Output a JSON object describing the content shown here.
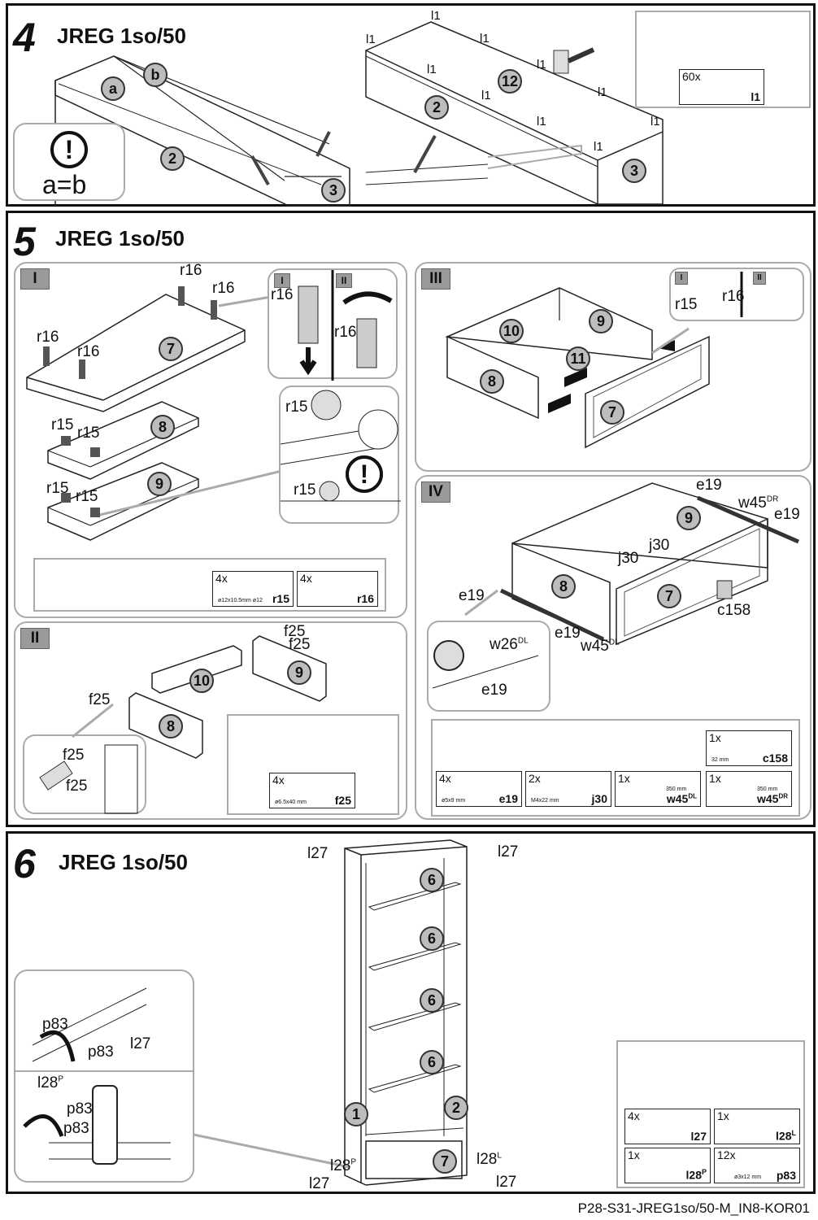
{
  "step4": {
    "num": "4",
    "title": "JREG 1so/50",
    "warning_text": "a=b",
    "parts": [
      "a",
      "b",
      "2",
      "3",
      "12",
      "2",
      "3"
    ],
    "hardware": {
      "count": "60x",
      "code": "l1"
    },
    "l1_label": "l1"
  },
  "step5": {
    "num": "5",
    "title": "JREG 1so/50",
    "sub1": {
      "roman": "I",
      "labels": [
        "r16",
        "r16",
        "r16",
        "r16",
        "r15",
        "r15",
        "r15",
        "r15",
        "r16",
        "r16",
        "r15",
        "r15"
      ],
      "inner_roman": [
        "I",
        "II"
      ],
      "parts": [
        "7",
        "8",
        "9"
      ],
      "hardware": [
        {
          "count": "4x",
          "dim": "ø12x10.5mm  ø12",
          "code": "r15"
        },
        {
          "count": "4x",
          "code": "r16"
        }
      ]
    },
    "sub2": {
      "roman": "II",
      "labels": [
        "f25",
        "f25",
        "f25",
        "f25",
        "f25"
      ],
      "parts": [
        "10",
        "9",
        "8"
      ],
      "hardware": {
        "count": "4x",
        "dim": "ø6.5x40 mm",
        "code": "f25"
      }
    },
    "sub3": {
      "roman": "III",
      "labels": [
        "r16",
        "r15"
      ],
      "inner_roman": [
        "I",
        "II"
      ],
      "parts": [
        "10",
        "9",
        "11",
        "8",
        "7"
      ]
    },
    "sub4": {
      "roman": "IV",
      "labels": [
        "e19",
        "e19",
        "e19",
        "e19",
        "e19",
        "j30",
        "j30",
        "c158"
      ],
      "parts": [
        "9",
        "8",
        "7"
      ],
      "hardware": [
        {
          "count": "1x",
          "dim": "32 mm",
          "code": "c158"
        },
        {
          "count": "4x",
          "dim": "ø5x9 mm",
          "code": "e19"
        },
        {
          "count": "2x",
          "dim": "M4x22 mm",
          "code": "j30"
        },
        {
          "count": "1x",
          "dim": "350 mm",
          "code": "w45",
          "sup": "DL"
        },
        {
          "count": "1x",
          "dim": "350 mm",
          "code": "w45",
          "sup": "DR"
        }
      ]
    }
  },
  "step6": {
    "num": "6",
    "title": "JREG 1so/50",
    "parts": [
      "6",
      "6",
      "6",
      "6",
      "1",
      "2",
      "7"
    ],
    "hardware": [
      {
        "count": "4x",
        "code": "l27"
      },
      {
        "count": "1x",
        "code": "l28",
        "sup": "L"
      },
      {
        "count": "1x",
        "code": "l28",
        "sup": "P"
      },
      {
        "count": "12x",
        "dim": "ø3x12 mm",
        "code": "p83"
      }
    ]
  },
  "footer": "P28-S31-JREG1so/50-M_IN8-KOR01"
}
